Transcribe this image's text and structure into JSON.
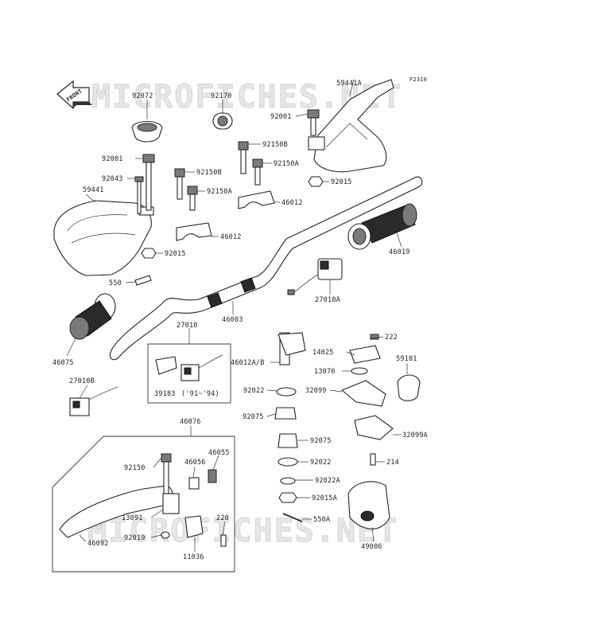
{
  "watermark": {
    "top": "MICROFICHES.NET",
    "bottom": "MICROFICHES.NET"
  },
  "figure_code": "F2310",
  "front_arrow": "FRONT",
  "parts": {
    "p92072": "92072",
    "p92170": "92170",
    "p59441A": "59441A",
    "p92001_r": "92001",
    "p92150B_a": "92150B",
    "p92150A_a": "92150A",
    "p92015_r": "92015",
    "p92001_l": "92001",
    "p92150B_b": "92150B",
    "p92043": "92043",
    "p92150A_b": "92150A",
    "p59441": "59441",
    "p46012_a": "46012",
    "p46012_b": "46012",
    "p46019": "46019",
    "p92015_l": "92015",
    "p550": "550",
    "p27010A": "27010A",
    "p46003": "46003",
    "p222": "222",
    "p27010": "27010",
    "p14025": "14025",
    "p59101": "59101",
    "p46012AB": "46012A/B",
    "p13070": "13070",
    "p46075": "46075",
    "p39183": "39183",
    "p91_94": "('91~'94)",
    "p27010B": "27010B",
    "p92022_a": "92022",
    "p32099": "32099",
    "p92075_a": "92075",
    "p32099A": "32099A",
    "p46076": "46076",
    "p92075_b": "92075",
    "p46055": "46055",
    "p46056": "46056",
    "p214": "214",
    "p92150": "92150",
    "p92022_b": "92022",
    "p92022A": "92022A",
    "p92015A": "92015A",
    "p13091": "13091",
    "p220": "220",
    "p550A": "550A",
    "p46092": "46092",
    "p92019": "92019",
    "p11036": "11036",
    "p49006": "49006"
  }
}
